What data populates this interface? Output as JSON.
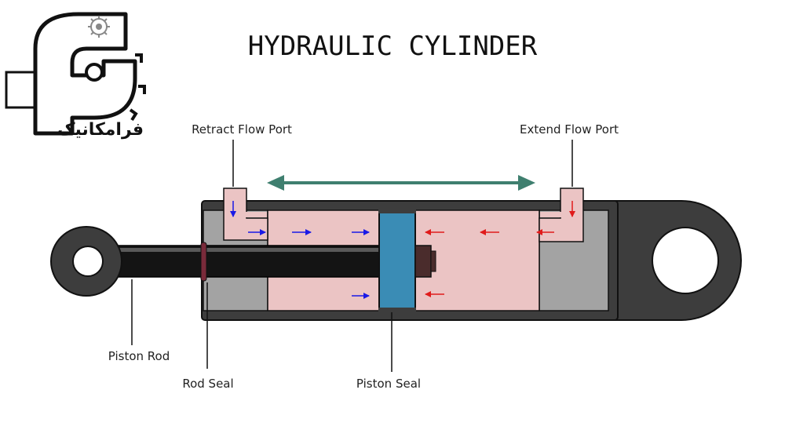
{
  "title": "HYDRAULIC CYLINDER",
  "logo": {
    "text": "فرامکانیک",
    "icon": "gear-icon"
  },
  "labels": {
    "retract_port": "Retract Flow Port",
    "extend_port": "Extend Flow Port",
    "piston_rod": "Piston Rod",
    "rod_seal": "Rod Seal",
    "piston_seal": "Piston Seal"
  },
  "colors": {
    "fluid": "#ebc4c4",
    "barrel": "#3d3d3d",
    "end_block": "#a3a3a3",
    "piston": "#3a8cb5",
    "motion_arrow": "#3f7f6f",
    "flow_in": "#1a1ae6",
    "flow_out": "#e01b1b"
  }
}
